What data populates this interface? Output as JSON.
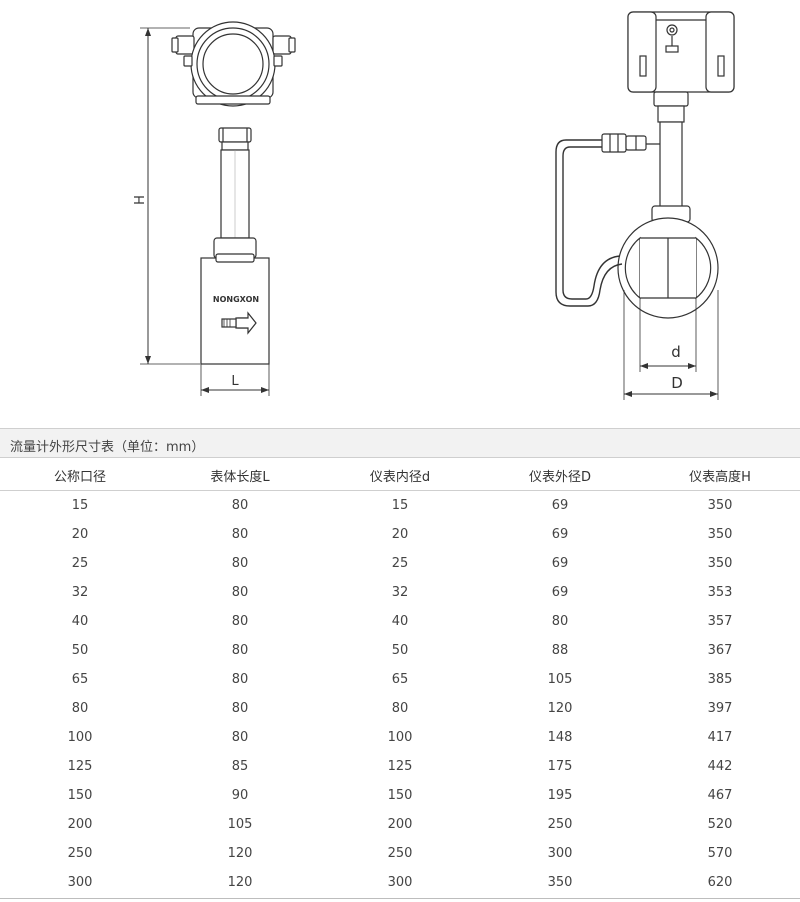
{
  "drawing": {
    "label_H": "H",
    "label_L": "L",
    "label_d": "d",
    "label_D": "D",
    "nameplate_text": "NONGXON"
  },
  "caption": "流量计外形尺寸表（单位：mm）",
  "table": {
    "headers": [
      "公称口径",
      "表体长度L",
      "仪表内径d",
      "仪表外径D",
      "仪表高度H"
    ],
    "rows": [
      [
        "15",
        "80",
        "15",
        "69",
        "350"
      ],
      [
        "20",
        "80",
        "20",
        "69",
        "350"
      ],
      [
        "25",
        "80",
        "25",
        "69",
        "350"
      ],
      [
        "32",
        "80",
        "32",
        "69",
        "353"
      ],
      [
        "40",
        "80",
        "40",
        "80",
        "357"
      ],
      [
        "50",
        "80",
        "50",
        "88",
        "367"
      ],
      [
        "65",
        "80",
        "65",
        "105",
        "385"
      ],
      [
        "80",
        "80",
        "80",
        "120",
        "397"
      ],
      [
        "100",
        "80",
        "100",
        "148",
        "417"
      ],
      [
        "125",
        "85",
        "125",
        "175",
        "442"
      ],
      [
        "150",
        "90",
        "150",
        "195",
        "467"
      ],
      [
        "200",
        "105",
        "200",
        "250",
        "520"
      ],
      [
        "250",
        "120",
        "250",
        "300",
        "570"
      ],
      [
        "300",
        "120",
        "300",
        "350",
        "620"
      ]
    ]
  }
}
